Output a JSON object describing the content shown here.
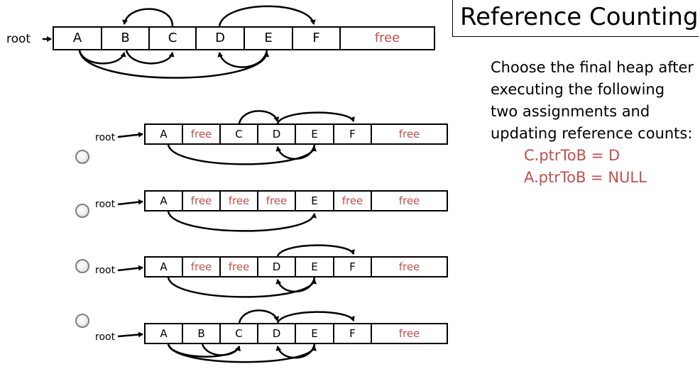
{
  "title": "Reference Counting",
  "question": {
    "lines": [
      "Choose the final heap after",
      "executing the following",
      "two assignments and",
      "updating reference counts:"
    ],
    "code": [
      "C.ptrToB = D",
      "A.ptrToB = NULL"
    ]
  },
  "heap": {
    "root_label": "root",
    "cells": [
      "A",
      "B",
      "C",
      "D",
      "E",
      "F",
      "free"
    ]
  },
  "options": [
    {
      "root_label": "root",
      "cells": [
        "A",
        "free",
        "C",
        "D",
        "E",
        "F",
        "free"
      ]
    },
    {
      "root_label": "root",
      "cells": [
        "A",
        "free",
        "free",
        "free",
        "E",
        "free",
        "free"
      ]
    },
    {
      "root_label": "root",
      "cells": [
        "A",
        "free",
        "free",
        "D",
        "E",
        "F",
        "free"
      ]
    },
    {
      "root_label": "root",
      "cells": [
        "A",
        "B",
        "C",
        "D",
        "E",
        "F",
        "free"
      ]
    }
  ],
  "colors": {
    "free_text": "#c0504d",
    "code_text": "#c0504d",
    "line": "#000000",
    "radio_border": "#7f7f7f"
  }
}
